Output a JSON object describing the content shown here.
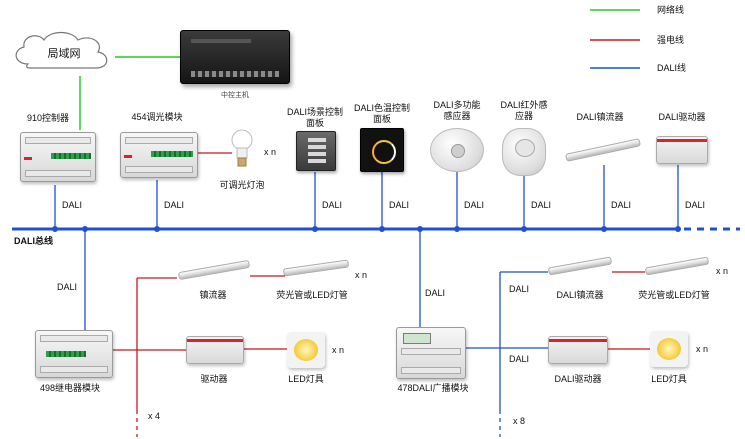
{
  "legend": [
    {
      "label": "网络线",
      "color": "#22cc22"
    },
    {
      "label": "强电线",
      "color": "#c8181e"
    },
    {
      "label": "DALI线",
      "color": "#1f4fd8"
    }
  ],
  "cloud_label": "局域网",
  "host_label": "中控主机",
  "bus_label": "DALI总线",
  "top_devices": {
    "controller": "910控制器",
    "dimmer": "454调光模块",
    "bulb": "可调光灯泡",
    "bulb_count": "x n",
    "scene_panel": "DALI场景控制面板",
    "color_temp_panel": "DALI色温控制面板",
    "multi_sensor": "DALI多功能感应器",
    "ir_sensor": "DALI红外感应器",
    "ballast": "DALI镇流器",
    "driver": "DALI驱动器"
  },
  "dali_text": "DALI",
  "left_group": {
    "relay": "498继电器模块",
    "ballast": "镇流器",
    "tube": "荧光管或LED灯管",
    "tube_count": "x n",
    "driver": "驱动器",
    "led": "LED灯具",
    "led_count": "x n",
    "relay_count": "x 4"
  },
  "right_group": {
    "broadcast": "478DALI广播模块",
    "ballast": "DALI镇流器",
    "tube": "荧光管或LED灯管",
    "tube_count": "x n",
    "driver": "DALI驱动器",
    "led": "LED灯具",
    "led_count": "x n",
    "broadcast_count": "x 8"
  },
  "colors": {
    "network": "#22cc22",
    "power": "#c8181e",
    "dali": "#1f4fd8"
  }
}
